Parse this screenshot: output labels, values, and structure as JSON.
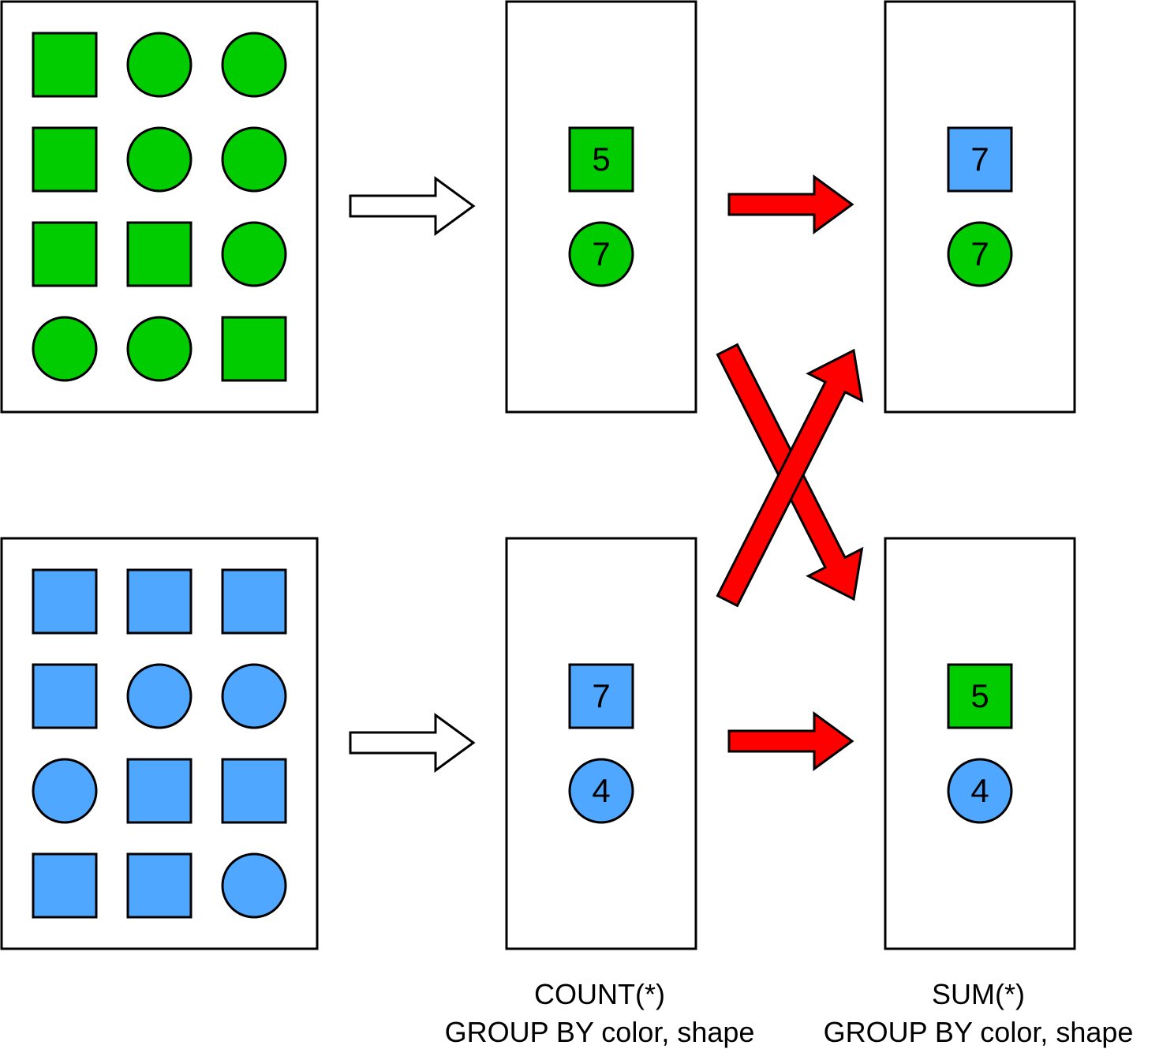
{
  "colors": {
    "green": "#00CC00",
    "blue": "#4FA7FF",
    "arrow_red": "#FF0000",
    "outline": "#000000",
    "panel_fill": "#FFFFFF"
  },
  "input_panels": [
    {
      "name": "input-panel-green",
      "color": "green",
      "grid": [
        [
          "square",
          "circle",
          "circle"
        ],
        [
          "square",
          "circle",
          "circle"
        ],
        [
          "square",
          "square",
          "circle"
        ],
        [
          "circle",
          "circle",
          "square"
        ]
      ]
    },
    {
      "name": "input-panel-blue",
      "color": "blue",
      "grid": [
        [
          "square",
          "square",
          "square"
        ],
        [
          "square",
          "circle",
          "circle"
        ],
        [
          "circle",
          "square",
          "square"
        ],
        [
          "square",
          "square",
          "circle"
        ]
      ]
    }
  ],
  "count_panels": [
    {
      "name": "count-panel-green",
      "items": [
        {
          "shape": "square",
          "color": "green",
          "value": "5"
        },
        {
          "shape": "circle",
          "color": "green",
          "value": "7"
        }
      ]
    },
    {
      "name": "count-panel-blue",
      "items": [
        {
          "shape": "square",
          "color": "blue",
          "value": "7"
        },
        {
          "shape": "circle",
          "color": "blue",
          "value": "4"
        }
      ]
    }
  ],
  "sum_panels": [
    {
      "name": "sum-panel-top",
      "items": [
        {
          "shape": "square",
          "color": "blue",
          "value": "7"
        },
        {
          "shape": "circle",
          "color": "green",
          "value": "7"
        }
      ]
    },
    {
      "name": "sum-panel-bottom",
      "items": [
        {
          "shape": "square",
          "color": "green",
          "value": "5"
        },
        {
          "shape": "circle",
          "color": "blue",
          "value": "4"
        }
      ]
    }
  ],
  "captions": {
    "count": {
      "line1": "COUNT(*)",
      "line2": "GROUP BY color, shape"
    },
    "sum": {
      "line1": "SUM(*)",
      "line2": "GROUP BY color, shape"
    }
  }
}
